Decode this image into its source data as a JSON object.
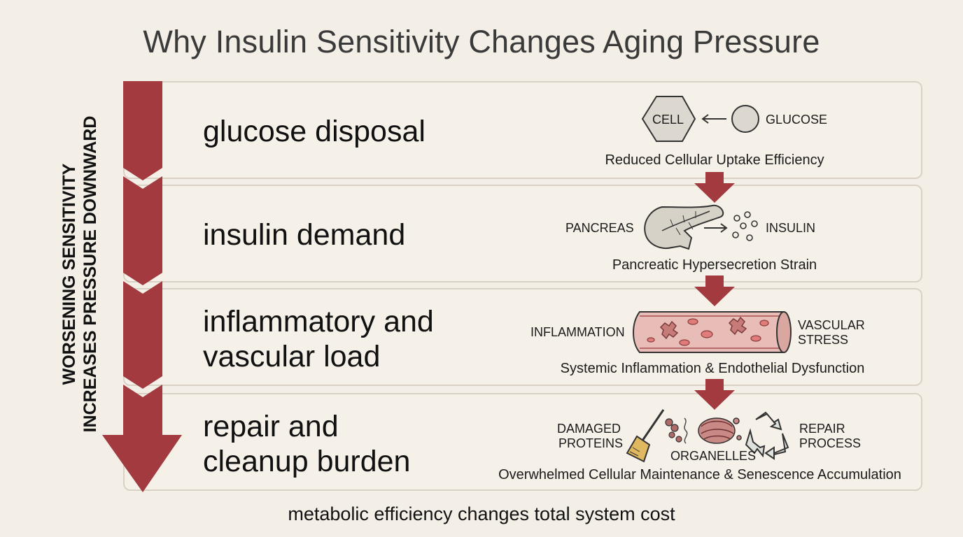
{
  "title": "Why Insulin Sensitivity Changes Aging Pressure",
  "side_label": {
    "line1": "WORSENING SENSITIVITY",
    "line2": "INCREASES PRESSURE DOWNWARD"
  },
  "rows": [
    {
      "title": "glucose disposal",
      "labels": [
        "CELL",
        "GLUCOSE"
      ],
      "caption": "Reduced Cellular Uptake Efficiency"
    },
    {
      "title": "insulin demand",
      "labels": [
        "PANCREAS",
        "INSULIN"
      ],
      "caption": "Pancreatic Hypersecretion Strain"
    },
    {
      "title_line1": "inflammatory and",
      "title_line2": "vascular load",
      "labels": [
        "INFLAMMATION",
        "VASCULAR",
        "STRESS"
      ],
      "caption": "Systemic Inflammation & Endothelial Dysfunction"
    },
    {
      "title_line1": "repair and",
      "title_line2": "cleanup burden",
      "labels": [
        "DAMAGED",
        "PROTEINS",
        "ORGANELLES",
        "REPAIR",
        "PROCESS"
      ],
      "caption": "Overwhelmed Cellular Maintenance & Senescence Accumulation"
    }
  ],
  "footer": "metabolic efficiency changes total system cost",
  "colors": {
    "arrow": "#a23a3f",
    "background": "#f3efe6",
    "row_border": "#d9d2c4"
  }
}
